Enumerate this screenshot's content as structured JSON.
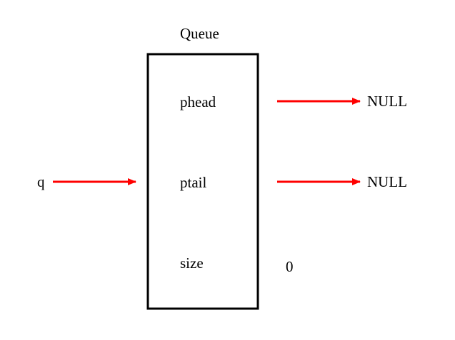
{
  "diagram": {
    "struct_title": "Queue",
    "fields": {
      "head": "phead",
      "tail": "ptail",
      "size": "size"
    },
    "pointer_var": "q",
    "head_target": "NULL",
    "tail_target": "NULL",
    "size_value": "0"
  },
  "colors": {
    "arrow": "#ff0000",
    "box_border": "#000000",
    "text": "#000000"
  }
}
